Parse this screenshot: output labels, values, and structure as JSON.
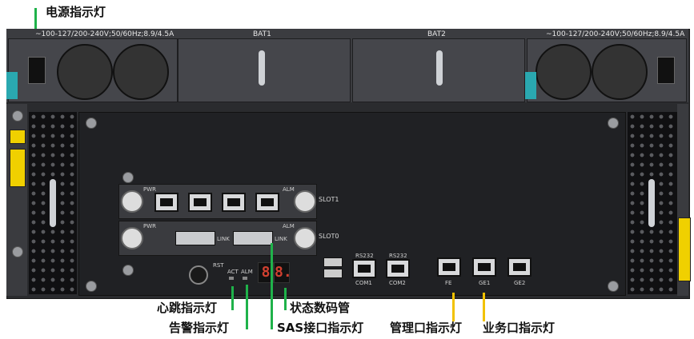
{
  "diagram": {
    "psu_left_rating": "~100-127/200-240V;50/60Hz;8.9/4.5A",
    "psu_right_rating": "~100-127/200-240V;50/60Hz;8.9/4.5A",
    "bat1": "BAT1",
    "bat2": "BAT2",
    "slot1": "SLOT1",
    "slot0": "SLOT0",
    "pwr": "PWR",
    "alm": "ALM",
    "link": "LINK",
    "rst": "RST",
    "act": "ACT",
    "rs232": "RS232",
    "com1": "COM1",
    "com2": "COM2",
    "fe": "FE",
    "ge1": "GE1",
    "ge2": "GE2",
    "seven_segment": [
      "8",
      "8."
    ]
  },
  "callouts": {
    "power_led": "电源指示灯",
    "heartbeat_led": "心跳指示灯",
    "alarm_led": "告警指示灯",
    "status_display": "状态数码管",
    "sas_port_led": "SAS接口指示灯",
    "mgmt_port_led": "管理口指示灯",
    "service_port_led": "业务口指示灯"
  },
  "colors": {
    "callout_line_green": "#1fb24a",
    "callout_line_yellow": "#f2c200"
  }
}
